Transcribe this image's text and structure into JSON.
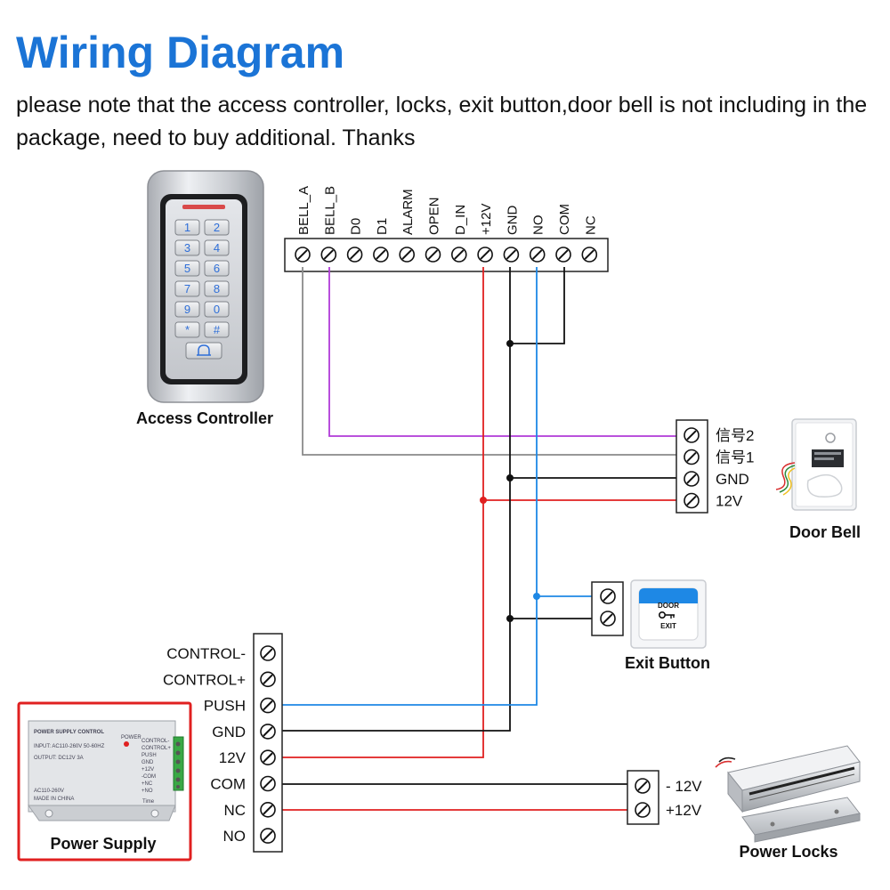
{
  "header": {
    "title": "Wiring Diagram",
    "note": "please note that the access controller, locks, exit button,door bell  is not including in the package, need to buy additional. Thanks"
  },
  "access_controller": {
    "caption": "Access Controller",
    "keys": [
      "1",
      "2",
      "3",
      "4",
      "5",
      "6",
      "7",
      "8",
      "9",
      "0",
      "*",
      "#"
    ],
    "terminals": [
      "BELL_A",
      "BELL_B",
      "D0",
      "D1",
      "ALARM",
      "OPEN",
      "D_IN",
      "+12V",
      "GND",
      "NO",
      "COM",
      "NC"
    ]
  },
  "door_bell": {
    "caption": "Door Bell",
    "terminals": [
      "信号2",
      "信号1",
      "GND",
      "12V"
    ]
  },
  "exit_button": {
    "caption": "Exit Button",
    "face_text": [
      "DOOR",
      "EXIT"
    ]
  },
  "power_supply": {
    "caption": "Power Supply",
    "terminals": [
      "CONTROL-",
      "CONTROL+",
      "PUSH",
      "GND",
      "12V",
      "COM",
      "NC",
      "NO"
    ],
    "label_header": "POWER SUPPLY CONTROL",
    "label_input": "INPUT: AC110-260V 50-60HZ",
    "label_output": "OUTPUT: DC12V  3A",
    "label_ac": "AC110-260V",
    "label_made": "MADE IN CHINA",
    "label_power": "POWER",
    "label_time": "Time",
    "label_terms": [
      "CONTROL-",
      "CONTROL+",
      "PUSH",
      "GND",
      "+12V",
      "-COM",
      "+NC",
      "+NO"
    ]
  },
  "power_locks": {
    "caption": "Power Locks",
    "terminals": [
      "- 12V",
      "+12V"
    ]
  },
  "colors": {
    "title_blue": "#1b74d6",
    "wire_black": "#111111",
    "wire_red": "#e02020",
    "wire_blue": "#1e88e5",
    "wire_purple": "#b03ad8",
    "wire_gray": "#8a8a8a",
    "highlight_red": "#e02020"
  }
}
